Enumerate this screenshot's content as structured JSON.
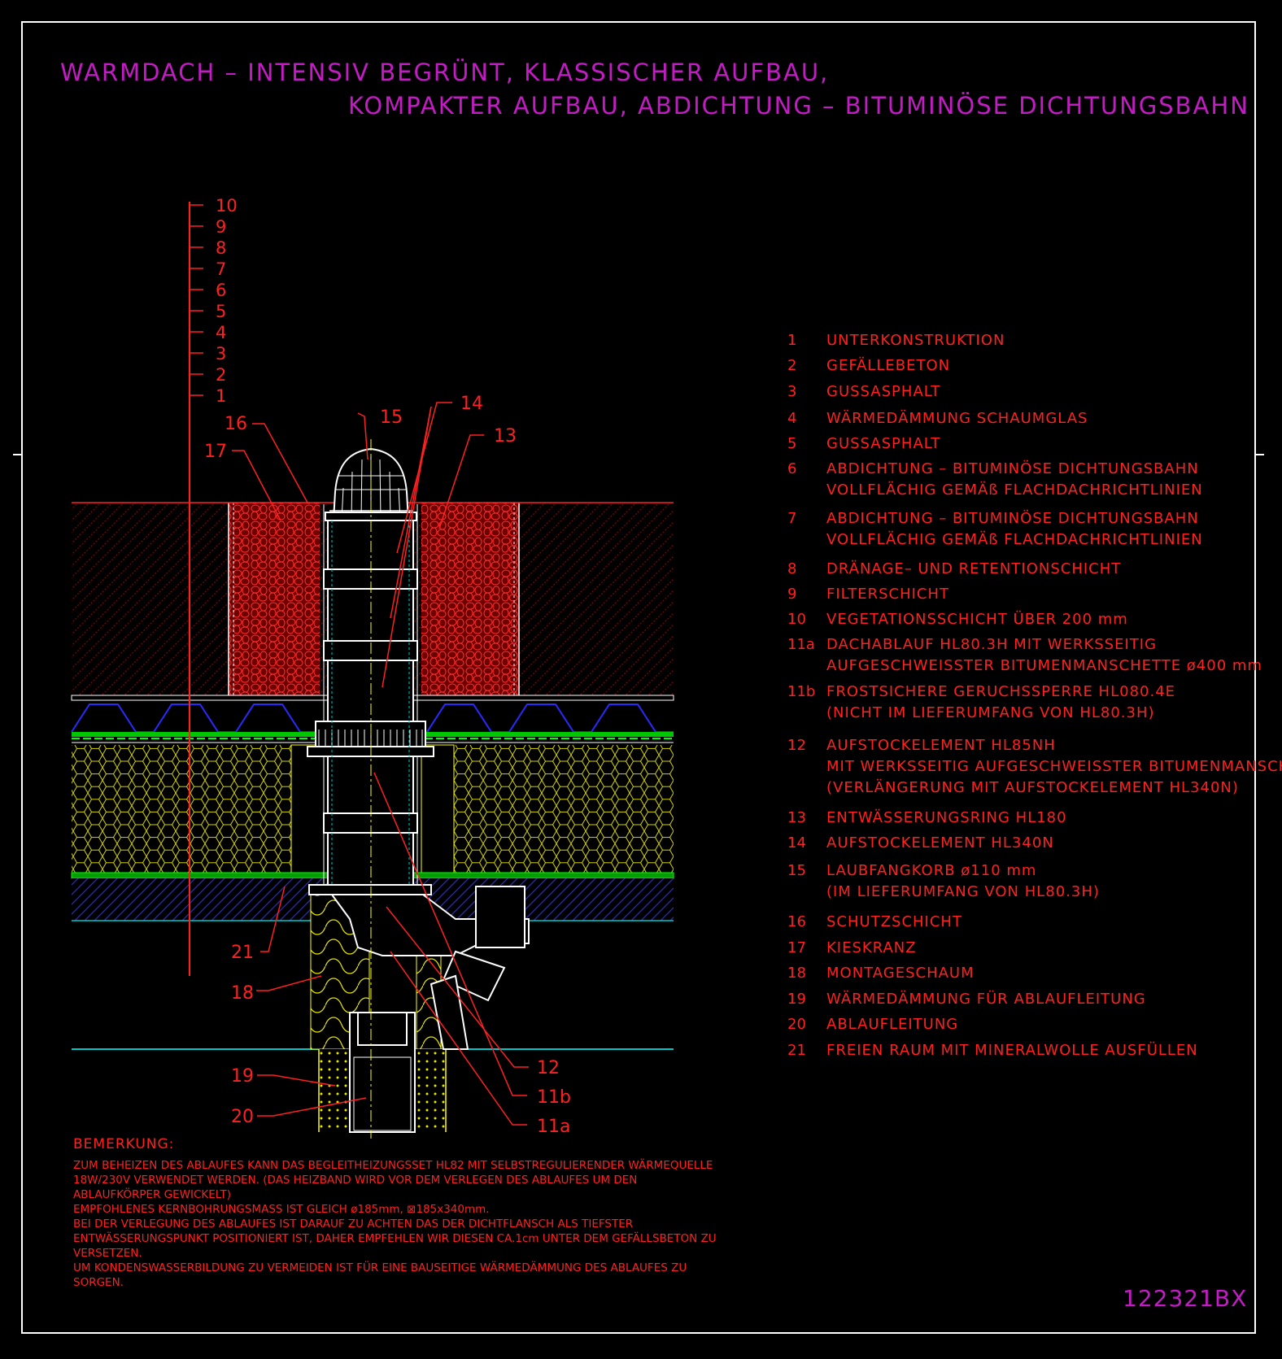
{
  "title": {
    "line1": "WARMDACH – INTENSIV BEGRÜNT, KLASSISCHER AUFBAU,",
    "line2": "KOMPAKTER AUFBAU, ABDICHTUNG – BITUMINÖSE DICHTUNGSBAHN"
  },
  "scale_labels": [
    "10",
    "9",
    "8",
    "7",
    "6",
    "5",
    "4",
    "3",
    "2",
    "1"
  ],
  "callouts": {
    "c16": "16",
    "c17": "17",
    "c15": "15",
    "c14": "14",
    "c13": "13",
    "c21": "21",
    "c18": "18",
    "c19": "19",
    "c20": "20",
    "c12": "12",
    "c11b": "11b",
    "c11a": "11a"
  },
  "legend": [
    {
      "num": "1",
      "text": "UNTERKONSTRUKTION"
    },
    {
      "num": "2",
      "text": "GEFÄLLEBETON"
    },
    {
      "num": "3",
      "text": "GUSSASPHALT"
    },
    {
      "num": "4",
      "text": "WÄRMEDÄMMUNG SCHAUMGLAS"
    },
    {
      "num": "5",
      "text": "GUSSASPHALT"
    },
    {
      "num": "6",
      "text": "ABDICHTUNG – BITUMINÖSE DICHTUNGSBAHN",
      "sub": [
        "VOLLFLÄCHIG GEMÄß FLACHDACHRICHTLINIEN"
      ]
    },
    {
      "num": "7",
      "text": "ABDICHTUNG – BITUMINÖSE DICHTUNGSBAHN",
      "sub": [
        "VOLLFLÄCHIG GEMÄß FLACHDACHRICHTLINIEN"
      ]
    },
    {
      "num": "8",
      "text": "DRÄNAGE– UND RETENTIONSCHICHT"
    },
    {
      "num": "9",
      "text": "FILTERSCHICHT"
    },
    {
      "num": "10",
      "text": "VEGETATIONSSCHICHT ÜBER 200 mm"
    },
    {
      "num": "11a",
      "text": "DACHABLAUF HL80.3H MIT WERKSSEITIG",
      "sub": [
        "AUFGESCHWEISSTER BITUMENMANSCHETTE ø400 mm"
      ]
    },
    {
      "num": "11b",
      "text": "FROSTSICHERE GERUCHSSPERRE HL080.4E",
      "sub": [
        "(NICHT IM LIEFERUMFANG VON HL80.3H)"
      ]
    },
    {
      "num": "12",
      "text": "AUFSTOCKELEMENT HL85NH",
      "sub": [
        "MIT WERKSSEITIG AUFGESCHWEISSTER BITUMENMANSCHETTE",
        "(VERLÄNGERUNG MIT AUFSTOCKELEMENT HL340N)"
      ]
    },
    {
      "num": "13",
      "text": "ENTWÄSSERUNGSRING HL180"
    },
    {
      "num": "14",
      "text": "AUFSTOCKELEMENT HL340N"
    },
    {
      "num": "15",
      "text": "LAUBFANGKORB ø110 mm",
      "sub": [
        "(IM LIEFERUMFANG VON HL80.3H)"
      ]
    },
    {
      "num": "16",
      "text": "SCHUTZSCHICHT"
    },
    {
      "num": "17",
      "text": "KIESKRANZ"
    },
    {
      "num": "18",
      "text": "MONTAGESCHAUM"
    },
    {
      "num": "19",
      "text": "WÄRMEDÄMMUNG FÜR ABLAUFLEITUNG"
    },
    {
      "num": "20",
      "text": "ABLAUFLEITUNG"
    },
    {
      "num": "21",
      "text": "FREIEN RAUM MIT MINERALWOLLE AUSFÜLLEN"
    }
  ],
  "notes": {
    "heading": "BEMERKUNG:",
    "lines": [
      "ZUM BEHEIZEN DES ABLAUFES KANN DAS BEGLEITHEIZUNGSSET HL82 MIT SELBSTREGULIERENDER WÄRMEQUELLE",
      "18W/230V VERWENDET WERDEN. (DAS HEIZBAND WIRD VOR DEM VERLEGEN DES ABLAUFES UM DEN",
      "ABLAUFKÖRPER GEWICKELT)",
      "EMPFOHLENES KERNBOHRUNGSMASS IST GLEICH ø185mm, ⊠185x340mm.",
      "BEI DER VERLEGUNG DES ABLAUFES IST DARAUF ZU ACHTEN DAS DER DICHTFLANSCH ALS TIEFSTER",
      "ENTWÄSSERUNGSPUNKT POSITIONIERT IST, DAHER EMPFEHLEN WIR DIESEN CA.1cm UNTER DEM GEFÄLLSBETON ZU",
      "VERSETZEN.",
      "UM KONDENSWASSERBILDUNG ZU VERMEIDEN IST FÜR EINE BAUSEITIGE WÄRMEDÄMMUNG DES ABLAUFES ZU",
      "SORGEN."
    ]
  },
  "drawing_number": "122321BX",
  "colors": {
    "magenta": "#c41cc4",
    "red": "#ff2020",
    "yellow": "#ffff00",
    "green": "#00ff00",
    "blue": "#2020ff",
    "cyan": "#00c8c8",
    "white": "#ffffff",
    "darkred": "#8b0000"
  }
}
